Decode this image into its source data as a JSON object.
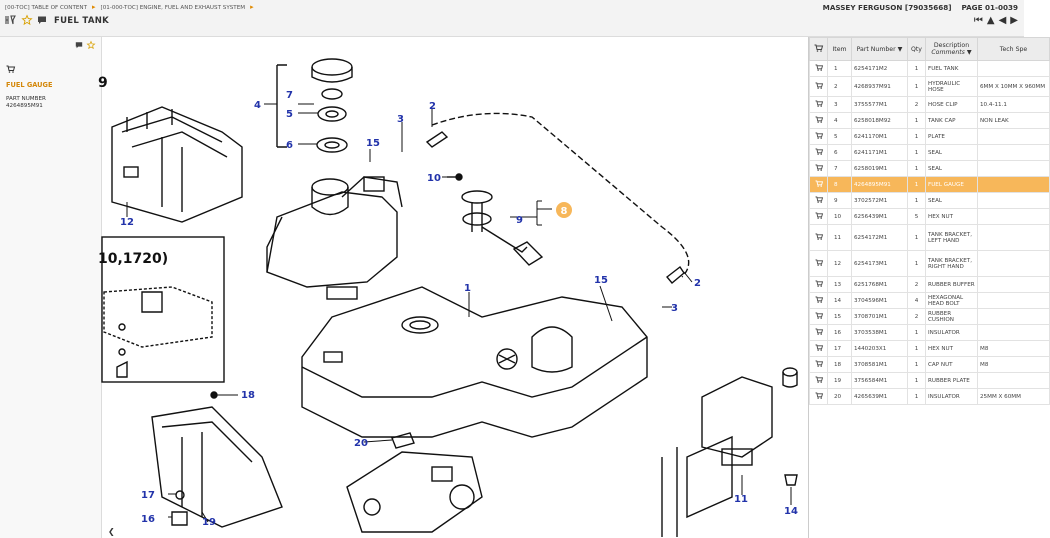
{
  "breadcrumb": {
    "items": [
      "[00-TOC] TABLE OF CONTENT",
      "[01-000-TOC] ENGINE, FUEL AND EXHAUST SYSTEM"
    ],
    "sep": "▸"
  },
  "header": {
    "title": "FUEL TANK",
    "icons": [
      "filter-icon",
      "star-icon",
      "comment-icon"
    ],
    "brand": "MASSEY FERGUSON [79035668]",
    "page": "PAGE 01-0039",
    "nav": [
      "⏮",
      "▲",
      "◀",
      "▶"
    ]
  },
  "sidebar": {
    "part_name": "FUEL GAUGE",
    "part_number_label": "PART NUMBER",
    "part_number": "4264895M91"
  },
  "diagram": {
    "callout_highlight": "8",
    "labels": [
      "1",
      "2",
      "2",
      "3",
      "3",
      "4",
      "5",
      "6",
      "7",
      "9",
      "10",
      "11",
      "12",
      "14",
      "15",
      "15",
      "16",
      "17",
      "18",
      "19",
      "20"
    ],
    "inset_text": "10,1720)",
    "inset_text_2": "9"
  },
  "table": {
    "headers": {
      "item": "Item",
      "part_number": "Part Number",
      "qty": "Qty",
      "description": "Description",
      "comments": "Comments",
      "tech_spec": "Tech Spe"
    },
    "selected_item": "8",
    "rows": [
      {
        "item": "1",
        "part": "6254171M2",
        "qty": "1",
        "desc": "FUEL TANK",
        "spec": ""
      },
      {
        "item": "2",
        "part": "4268937M91",
        "qty": "1",
        "desc": "HYDRAULIC HOSE",
        "spec": "6MM X 10MM X 960MM"
      },
      {
        "item": "3",
        "part": "3755577M1",
        "qty": "2",
        "desc": "HOSE CLIP",
        "spec": "10.4-11.1"
      },
      {
        "item": "4",
        "part": "6258018M92",
        "qty": "1",
        "desc": "TANK CAP",
        "spec": "NON LEAK"
      },
      {
        "item": "5",
        "part": "6241170M1",
        "qty": "1",
        "desc": "PLATE",
        "spec": ""
      },
      {
        "item": "6",
        "part": "6241171M1",
        "qty": "1",
        "desc": "SEAL",
        "spec": ""
      },
      {
        "item": "7",
        "part": "6258019M1",
        "qty": "1",
        "desc": "SEAL",
        "spec": ""
      },
      {
        "item": "8",
        "part": "4264895M91",
        "qty": "1",
        "desc": "FUEL GAUGE",
        "spec": ""
      },
      {
        "item": "9",
        "part": "3702572M1",
        "qty": "1",
        "desc": "SEAL",
        "spec": ""
      },
      {
        "item": "10",
        "part": "6256439M1",
        "qty": "5",
        "desc": "HEX NUT",
        "spec": ""
      },
      {
        "item": "11",
        "part": "6254172M1",
        "qty": "1",
        "desc": "TANK BRACKET, LEFT HAND",
        "spec": ""
      },
      {
        "item": "12",
        "part": "6254173M1",
        "qty": "1",
        "desc": "TANK BRACKET, RIGHT HAND",
        "spec": ""
      },
      {
        "item": "13",
        "part": "6251768M1",
        "qty": "2",
        "desc": "RUBBER BUFFER",
        "spec": ""
      },
      {
        "item": "14",
        "part": "3704596M1",
        "qty": "4",
        "desc": "HEXAGONAL HEAD BOLT",
        "spec": ""
      },
      {
        "item": "15",
        "part": "3708701M1",
        "qty": "2",
        "desc": "RUBBER CUSHION",
        "spec": ""
      },
      {
        "item": "16",
        "part": "3703538M1",
        "qty": "1",
        "desc": "INSULATOR",
        "spec": ""
      },
      {
        "item": "17",
        "part": "1440203X1",
        "qty": "1",
        "desc": "HEX NUT",
        "spec": "M8"
      },
      {
        "item": "18",
        "part": "3708581M1",
        "qty": "1",
        "desc": "CAP NUT",
        "spec": "M8"
      },
      {
        "item": "19",
        "part": "3756584M1",
        "qty": "1",
        "desc": "RUBBER PLATE",
        "spec": ""
      },
      {
        "item": "20",
        "part": "4265639M1",
        "qty": "1",
        "desc": "INSULATOR",
        "spec": "25MM X 60MM"
      }
    ]
  },
  "colors": {
    "accent": "#f7b75a",
    "label_blue": "#2233aa",
    "highlight_text": "#d4880a"
  }
}
